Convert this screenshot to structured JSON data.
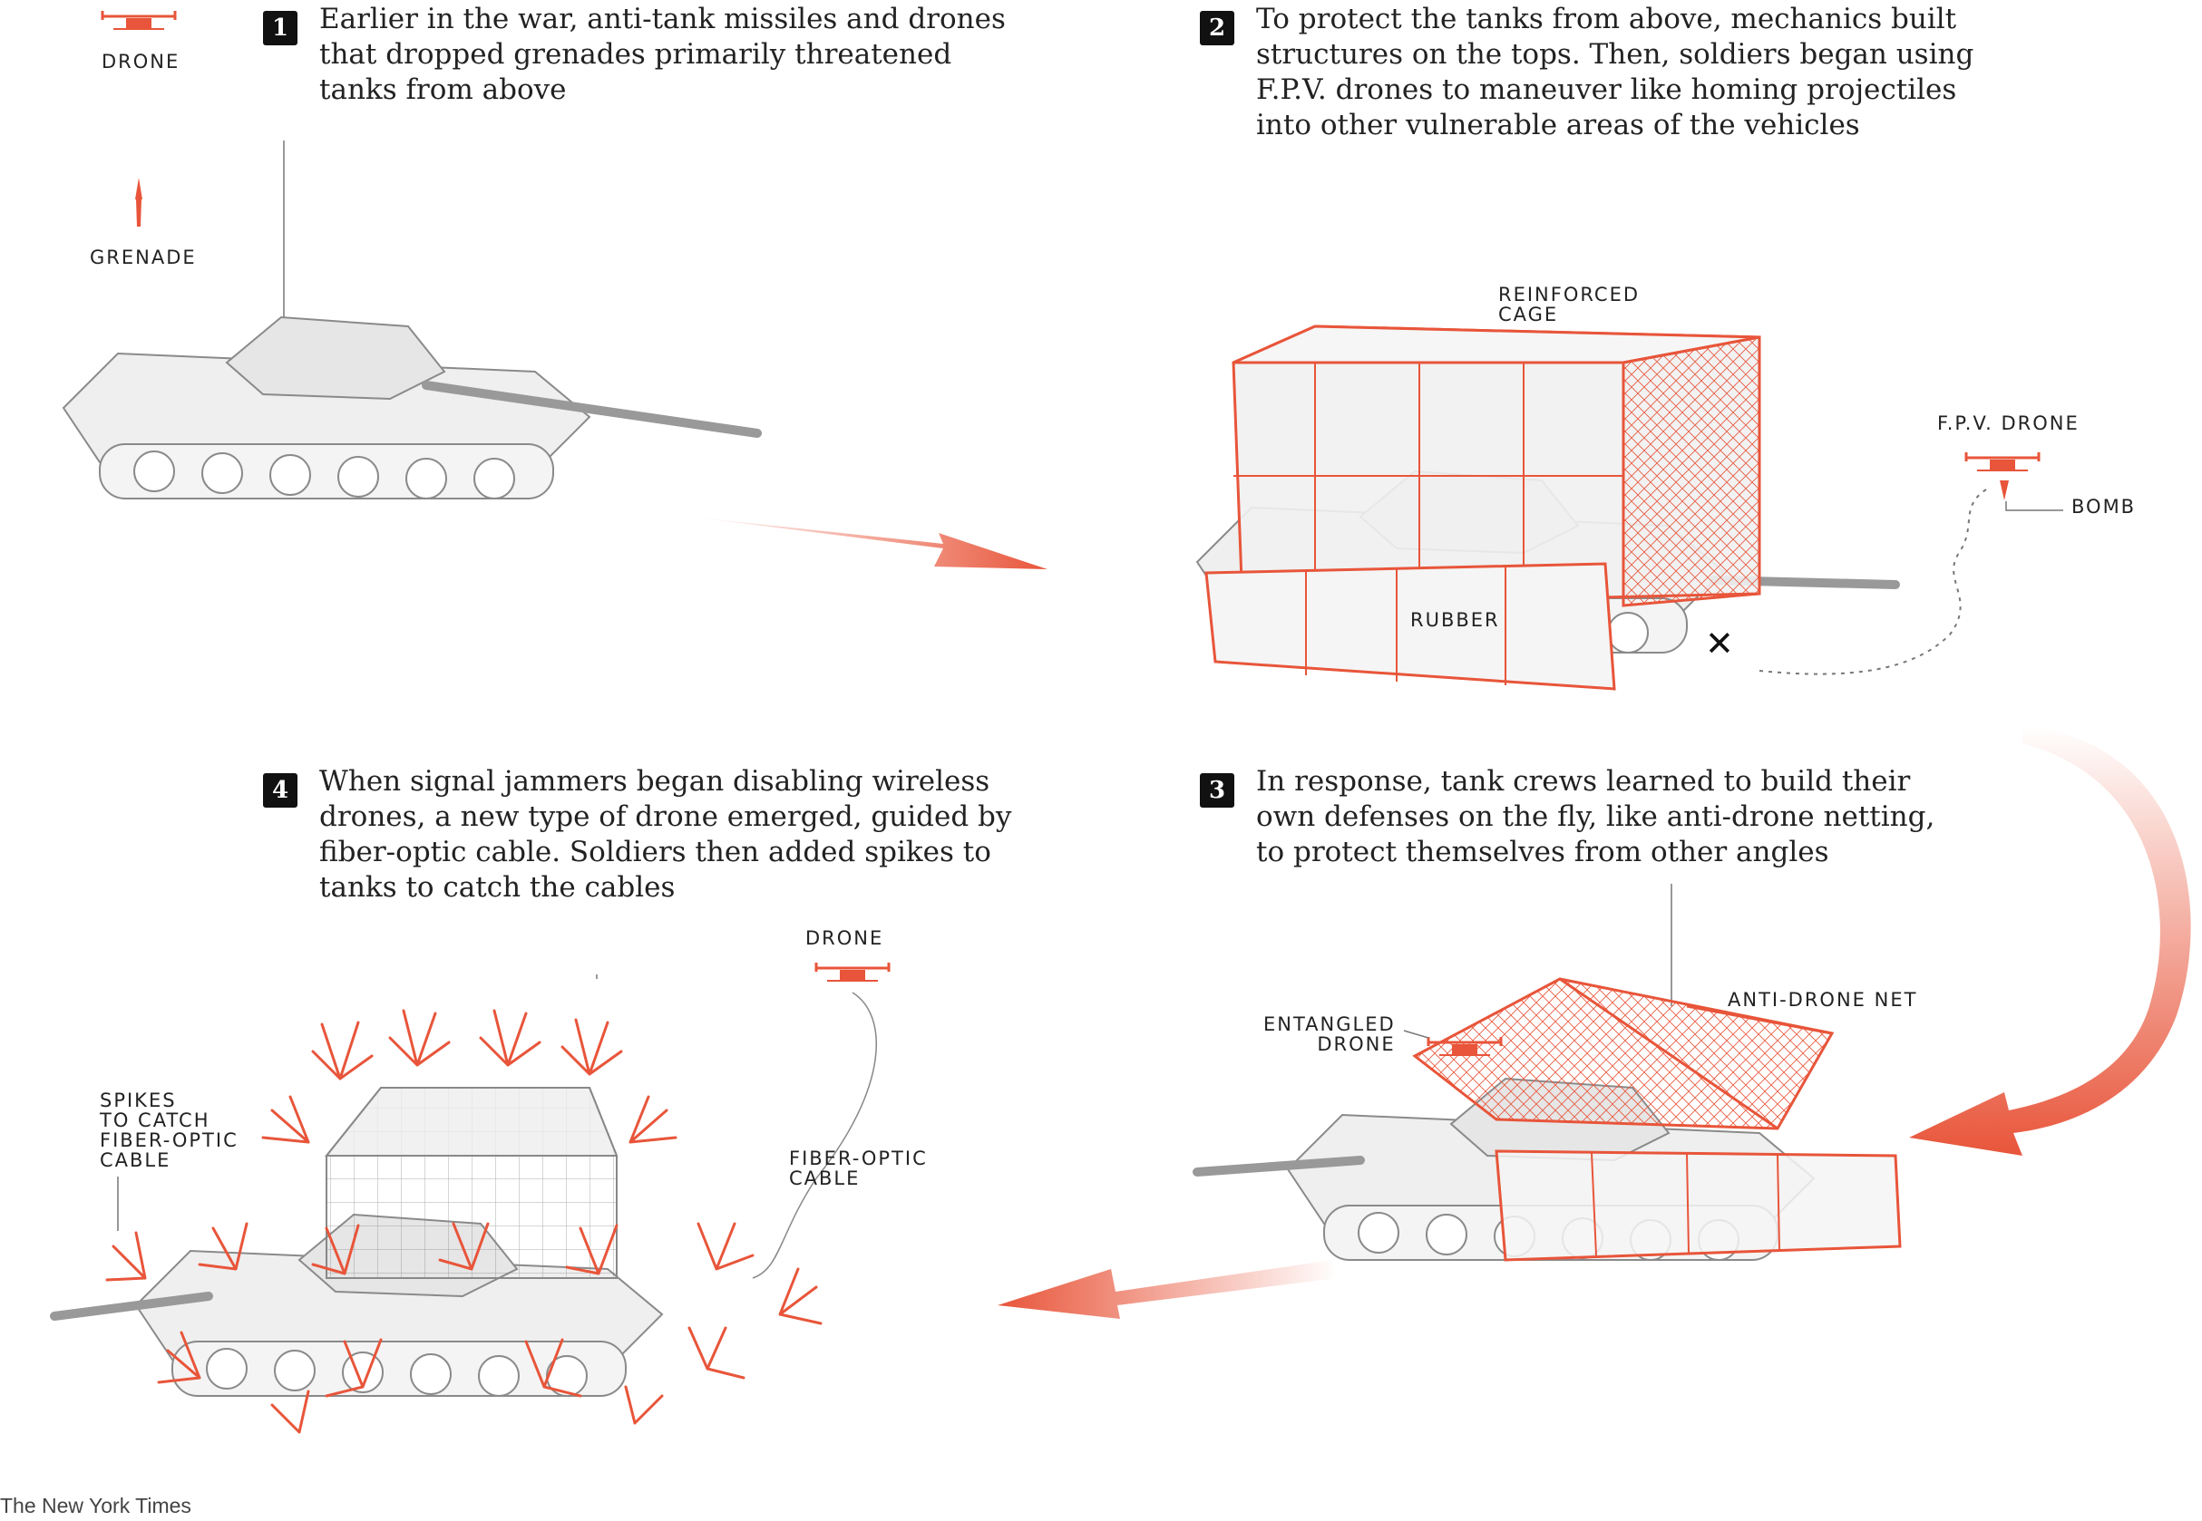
{
  "steps": [
    {
      "number": "1",
      "lines": [
        "Earlier in the war, anti-tank missiles and drones",
        "that dropped grenades primarily threatened",
        "tanks from above"
      ]
    },
    {
      "number": "2",
      "lines": [
        "To protect the tanks from above, mechanics built",
        "structures on the tops. Then, soldiers began using",
        "F.P.V. drones to maneuver like homing projectiles",
        "into other vulnerable areas of the vehicles"
      ]
    },
    {
      "number": "3",
      "lines": [
        "In response, tank crews learned to build their",
        "own defenses on the fly, like anti-drone netting,",
        "to protect themselves from other angles"
      ]
    },
    {
      "number": "4",
      "lines": [
        "When signal jammers began disabling wireless",
        "drones, a new type of drone emerged, guided by",
        "fiber-optic cable. Soldiers then added spikes to",
        "tanks to catch the cables"
      ]
    }
  ],
  "labels": {
    "drone_1": "DRONE",
    "grenade": "GRENADE",
    "reinforced_cage": [
      "REINFORCED",
      "CAGE"
    ],
    "fpv_drone": "F.P.V. DRONE",
    "bomb": "BOMB",
    "rubber": "RUBBER",
    "entangled_drone": [
      "ENTANGLED",
      "DRONE"
    ],
    "anti_drone_net": "ANTI-DRONE NET",
    "drone_4": "DRONE",
    "spikes": [
      "SPIKES",
      "TO CATCH",
      "FIBER-OPTIC",
      "CABLE"
    ],
    "fiber_optic_cable": [
      "FIBER-OPTIC",
      "CABLE"
    ]
  },
  "credit": "The New York Times",
  "colors": {
    "accent": "#e8553a",
    "ink": "#222222",
    "tank_fill": "#efefef",
    "tank_line": "#8a8a8a"
  }
}
